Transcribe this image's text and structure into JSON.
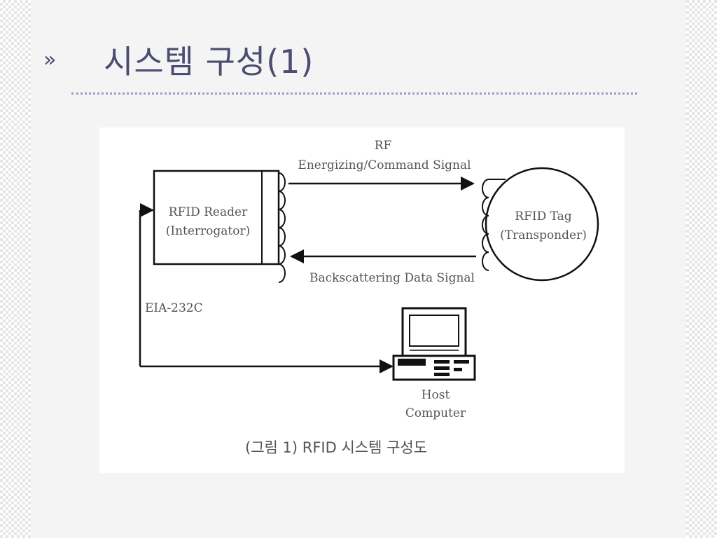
{
  "slide": {
    "bullet": "»",
    "title": "시스템 구성(1)"
  },
  "diagram": {
    "rf_label_line1": "RF",
    "rf_label_line2": "Energizing/Command Signal",
    "reader_line1": "RFID Reader",
    "reader_line2": "(Interrogator)",
    "tag_line1": "RFID Tag",
    "tag_line2": "(Transponder)",
    "backscatter_label": "Backscattering Data Signal",
    "eia_label": "EIA-232C",
    "host_line1": "Host",
    "host_line2": "Computer",
    "caption": "(그림 1) RFID 시스템 구성도"
  },
  "colors": {
    "title": "#4a4c72",
    "rule": "#9a9cc8",
    "diagram_ink": "#111111"
  }
}
